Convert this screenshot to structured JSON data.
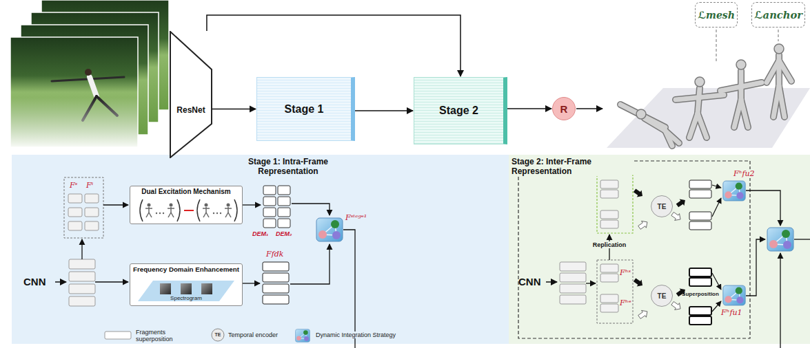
{
  "diagram": {
    "nodes": [
      {
        "text": [
          "ResNet"
        ]
      },
      {
        "text": [
          "Stage 1"
        ]
      },
      {
        "text": [
          "Stage 2"
        ]
      },
      {
        "text": [
          "R"
        ]
      },
      {
        "text": [
          "ℒmesh"
        ]
      },
      {
        "text": [
          "ℒanchor"
        ]
      },
      {
        "text": [
          "Stage 1: Intra-Frame Representation"
        ]
      },
      {
        "text": [
          "Dual Excitation Mechanism"
        ],
        "in": 6
      },
      {
        "text": [
          "Frequency Domain Enhancement",
          "Spectrogram"
        ],
        "in": 6
      },
      {
        "text": [
          "Stage 2: Inter-Frame Representation"
        ]
      },
      {
        "text": [
          "TE"
        ],
        "in": 9
      },
      {
        "text": [
          "TE"
        ],
        "in": 9
      }
    ],
    "edges": [
      {
        "from": 0,
        "to": 1,
        "arrow": "to"
      },
      {
        "from": 0,
        "to": 2,
        "arrow": "to"
      },
      {
        "from": 1,
        "to": 2,
        "arrow": "to"
      },
      {
        "from": 2,
        "to": 3,
        "arrow": "to"
      }
    ],
    "labels": [
      "CNN",
      "Fˢ",
      "Fᵗ",
      "DEM₁",
      "DEM₂",
      "Ffdk",
      "Fˢᵗᵃᵍᵉ¹",
      "TE",
      "CNN",
      "Replication",
      "Fʰˢ",
      "Fʰᵉ",
      "Superposition",
      "Fʰfu2",
      "Fʰfu1"
    ],
    "legend": [
      {
        "text": "Fragments superposition"
      },
      {
        "text": "Temporal encoder"
      },
      {
        "text": "Dynamic Integration Strategy"
      }
    ]
  }
}
